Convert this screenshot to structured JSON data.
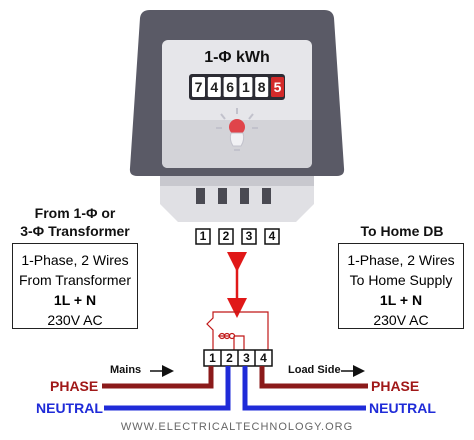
{
  "meter": {
    "title": "1-Φ kWh",
    "digits": [
      "7",
      "4",
      "6",
      "1",
      "8",
      "5"
    ],
    "top_terminals": [
      "1",
      "2",
      "3",
      "4"
    ]
  },
  "left_info": {
    "heading_line1": "From 1-Φ or",
    "heading_line2": "3-Φ Transformer",
    "line1": "1-Phase, 2 Wires",
    "line2": "From Transformer",
    "line3": "1L + N",
    "line4": "230V AC"
  },
  "right_info": {
    "heading": "To Home DB",
    "line1": "1-Phase, 2 Wires",
    "line2": "To Home Supply",
    "line3": "1L + N",
    "line4": "230V AC"
  },
  "wiring": {
    "terminals": [
      "1",
      "2",
      "3",
      "4"
    ],
    "mains_label": "Mains",
    "load_label": "Load Side",
    "phase_label_left": "PHASE",
    "phase_label_right": "PHASE",
    "neutral_label_left": "NEUTRAL",
    "neutral_label_right": "NEUTRAL"
  },
  "footer": "WWW.ELECTRICALTECHNOLOGY.ORG",
  "colors": {
    "phase": "#8b1a1a",
    "neutral": "#1f2bd8",
    "label_red": "#a01818",
    "label_blue": "#1f2bd8",
    "meter_body": "#5a5a66",
    "meter_face": "#e6e6ea",
    "arrow": "#e01818"
  }
}
